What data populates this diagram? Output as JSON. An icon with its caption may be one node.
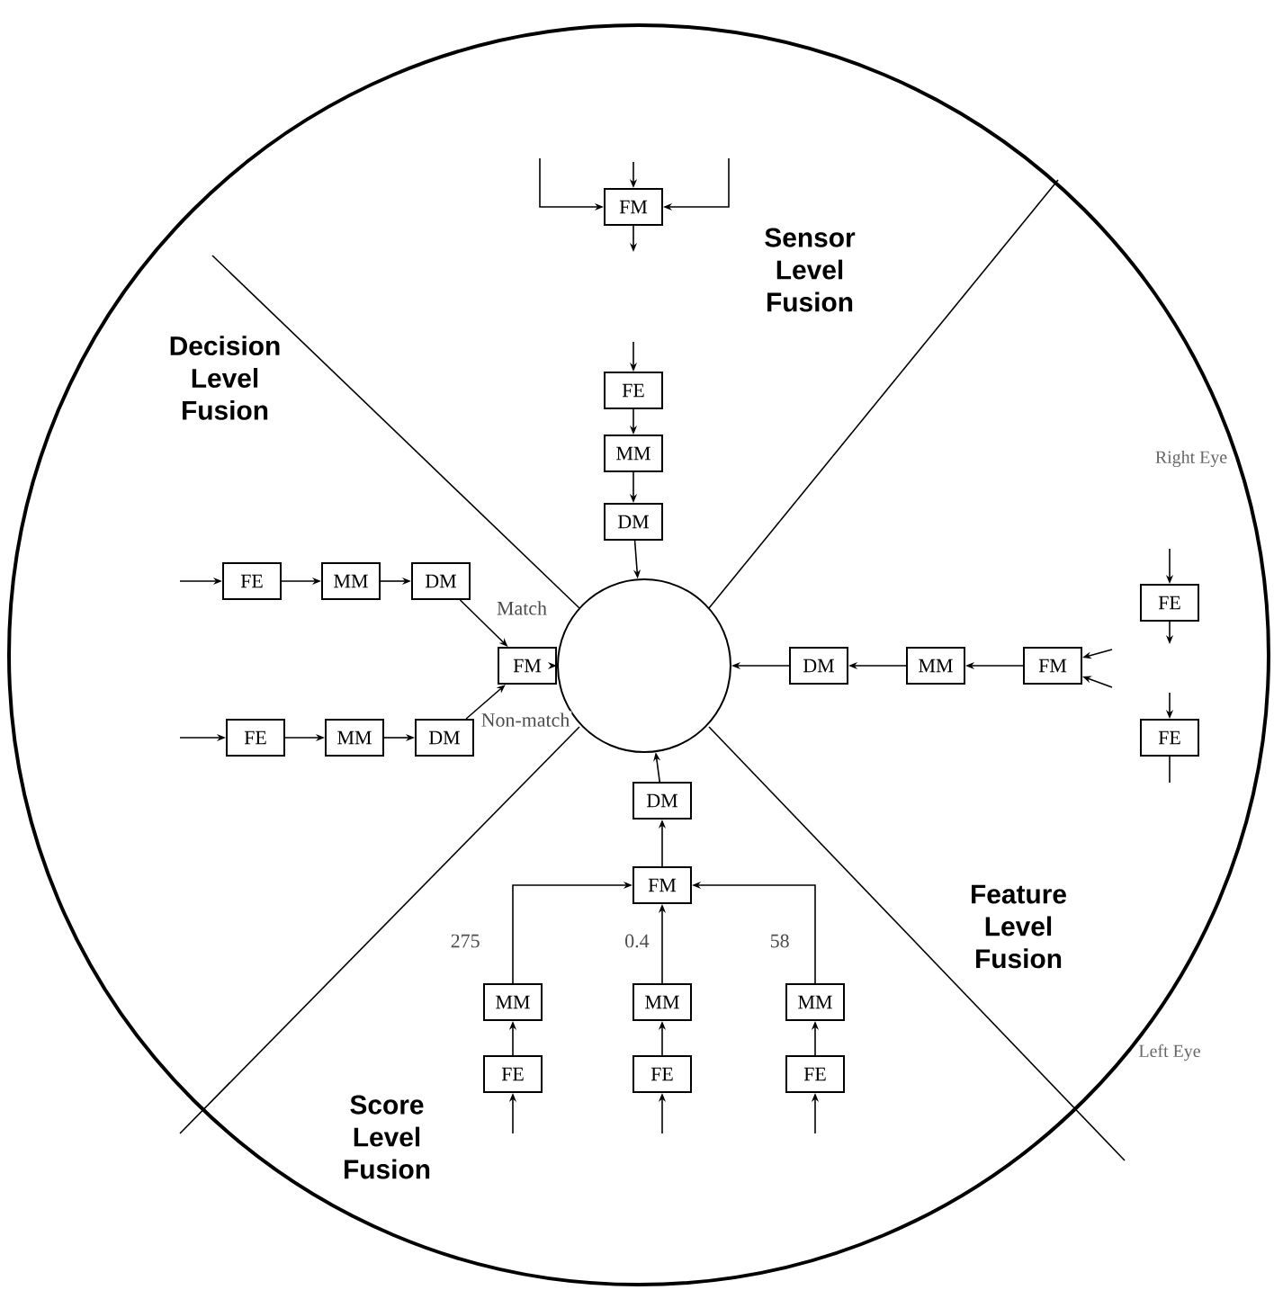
{
  "diagram": {
    "nodes": [
      {
        "text": [
          "FM"
        ]
      },
      {
        "text": [
          "FE"
        ]
      },
      {
        "text": [
          "MM"
        ]
      },
      {
        "text": [
          "DM"
        ]
      },
      {
        "text": [],
        "shape": "circle"
      },
      {
        "text": [
          "FE"
        ]
      },
      {
        "text": [
          "MM"
        ]
      },
      {
        "text": [
          "DM"
        ]
      },
      {
        "text": [
          "FE"
        ]
      },
      {
        "text": [
          "MM"
        ]
      },
      {
        "text": [
          "DM"
        ]
      },
      {
        "text": [
          "FM"
        ]
      },
      {
        "text": [
          "FM"
        ]
      },
      {
        "text": [
          "MM"
        ]
      },
      {
        "text": [
          "DM"
        ]
      },
      {
        "text": [
          "FE"
        ]
      },
      {
        "text": [
          "FE"
        ]
      },
      {
        "text": [
          "DM"
        ]
      },
      {
        "text": [
          "FM"
        ]
      },
      {
        "text": [
          "MM"
        ]
      },
      {
        "text": [
          "FE"
        ]
      },
      {
        "text": [
          "MM"
        ]
      },
      {
        "text": [
          "FE"
        ]
      },
      {
        "text": [
          "MM"
        ]
      },
      {
        "text": [
          "FE"
        ]
      }
    ],
    "edges": [
      {
        "from": null,
        "to": 0,
        "arrow": "to"
      },
      {
        "from": null,
        "to": 0,
        "arrow": "to"
      },
      {
        "from": null,
        "to": 0,
        "arrow": "to"
      },
      {
        "from": 0,
        "to": null,
        "arrow": "to"
      },
      {
        "from": null,
        "to": 1,
        "arrow": "to"
      },
      {
        "from": 1,
        "to": 2,
        "arrow": "to"
      },
      {
        "from": 2,
        "to": 3,
        "arrow": "to"
      },
      {
        "from": 3,
        "to": 4,
        "arrow": "to"
      },
      {
        "from": null,
        "to": 5,
        "arrow": "to"
      },
      {
        "from": 5,
        "to": 6,
        "arrow": "to"
      },
      {
        "from": 6,
        "to": 7,
        "arrow": "to"
      },
      {
        "from": 7,
        "to": 11,
        "arrow": "to",
        "label": "Match"
      },
      {
        "from": null,
        "to": 8,
        "arrow": "to"
      },
      {
        "from": 8,
        "to": 9,
        "arrow": "to"
      },
      {
        "from": 9,
        "to": 10,
        "arrow": "to"
      },
      {
        "from": 10,
        "to": 11,
        "arrow": "to",
        "label": "Non-match"
      },
      {
        "from": 11,
        "to": 4,
        "arrow": "to"
      },
      {
        "from": 12,
        "to": 13,
        "arrow": "to"
      },
      {
        "from": 13,
        "to": 14,
        "arrow": "to"
      },
      {
        "from": 14,
        "to": 4,
        "arrow": "to"
      },
      {
        "from": null,
        "to": 12,
        "arrow": "to"
      },
      {
        "from": null,
        "to": 12,
        "arrow": "to"
      },
      {
        "from": null,
        "to": 15,
        "arrow": "to"
      },
      {
        "from": 15,
        "to": null,
        "arrow": "to"
      },
      {
        "from": null,
        "to": 16,
        "arrow": "to"
      },
      {
        "from": 16,
        "to": null,
        "arrow": "none"
      },
      {
        "from": 20,
        "to": 19,
        "arrow": "to"
      },
      {
        "from": 19,
        "to": 18,
        "arrow": "to",
        "label": "275"
      },
      {
        "from": 22,
        "to": 21,
        "arrow": "to"
      },
      {
        "from": 21,
        "to": 18,
        "arrow": "to",
        "label": "0.4"
      },
      {
        "from": 24,
        "to": 23,
        "arrow": "to"
      },
      {
        "from": 23,
        "to": 18,
        "arrow": "to",
        "label": "58"
      },
      {
        "from": 18,
        "to": 17,
        "arrow": "to"
      },
      {
        "from": 17,
        "to": 4,
        "arrow": "to"
      },
      {
        "from": null,
        "to": 20,
        "arrow": "to"
      },
      {
        "from": null,
        "to": 22,
        "arrow": "to"
      },
      {
        "from": null,
        "to": 24,
        "arrow": "to"
      }
    ],
    "labels": [
      "Sensor Level Fusion",
      "Decision Level Fusion",
      "Right Eye",
      "Feature Level Fusion",
      "Left Eye",
      "Score Level Fusion"
    ]
  }
}
